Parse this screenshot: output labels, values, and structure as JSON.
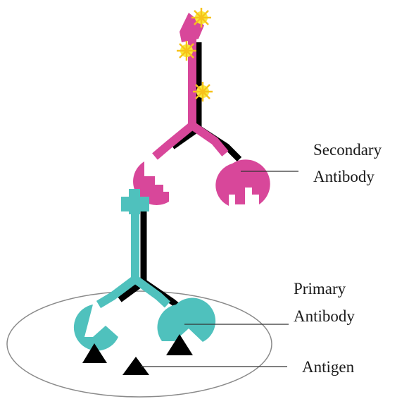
{
  "labels": {
    "secondary_line1": "Secondary",
    "secondary_line2": "Antibody",
    "primary_line1": "Primary",
    "primary_line2": "Antibody",
    "antigen": "Antigen"
  },
  "colors": {
    "secondary_antibody": "#d8479a",
    "primary_antibody": "#4fc1bd",
    "antigen": "#000000",
    "fluorophore": "#f7ea3a",
    "cell_outline": "#888888",
    "leader_line": "#333333"
  }
}
